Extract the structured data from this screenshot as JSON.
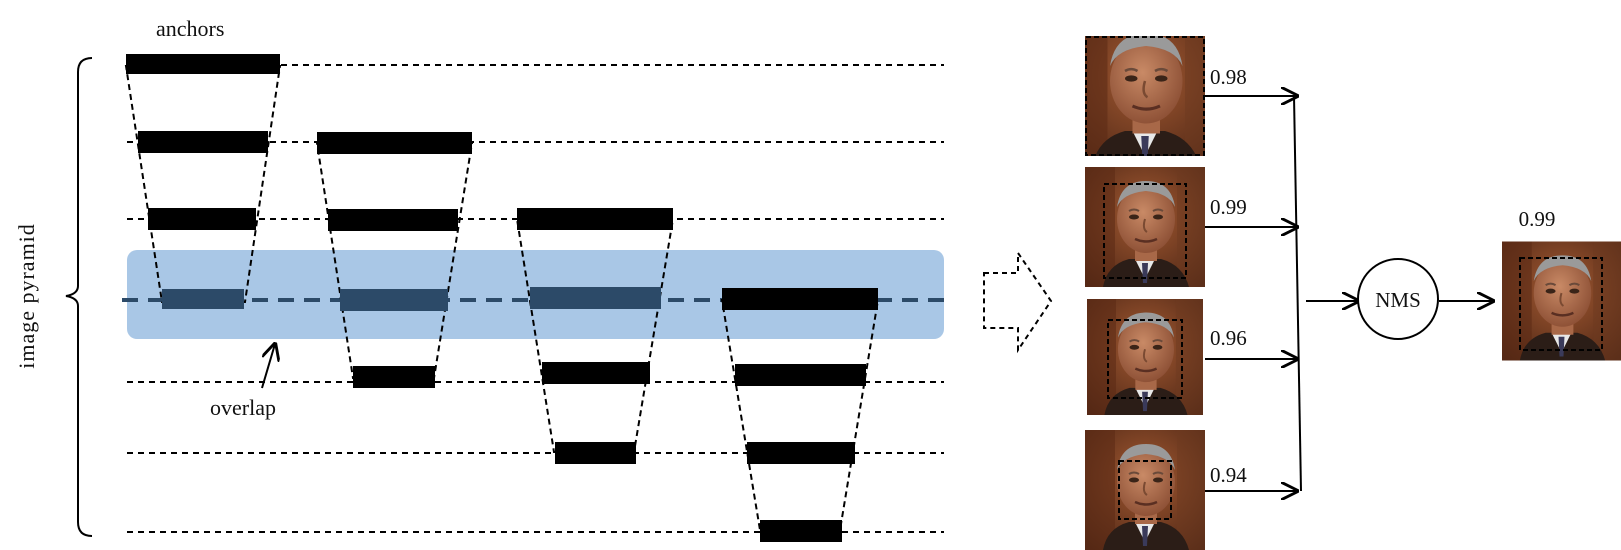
{
  "labels": {
    "anchors": "anchors",
    "overlap": "overlap",
    "image_pyramid": "image pyramid",
    "nms": "NMS"
  },
  "detections": [
    {
      "score": "0.98"
    },
    {
      "score": "0.99"
    },
    {
      "score": "0.96"
    },
    {
      "score": "0.94"
    }
  ],
  "result": {
    "score": "0.99"
  },
  "colors": {
    "overlap_band": "#a9c7e6",
    "anchor_bar": "#000000",
    "anchor_bar_in_overlap": "#2c4a68",
    "line": "#000000",
    "skin": "#b77a58",
    "suit": "#2b1d17",
    "hair": "#9a9a9a",
    "background_warm": "#7a3f22"
  }
}
